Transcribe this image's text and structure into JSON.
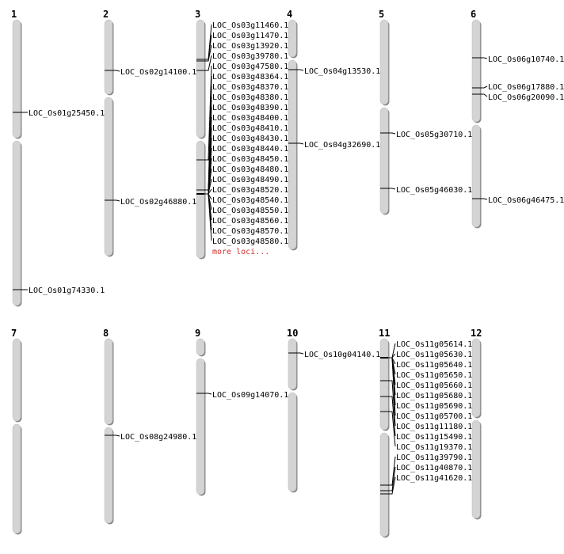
{
  "colors": {
    "chromosome": "#d4d4d4",
    "outline": "#888888",
    "more": "#d03030"
  },
  "chromosomes": [
    {
      "name": "1",
      "genes": [
        "LOC_Os01g25450.1",
        "LOC_Os01g74330.1"
      ]
    },
    {
      "name": "2",
      "genes": [
        "LOC_Os02g14100.1",
        "LOC_Os02g46880.1"
      ]
    },
    {
      "name": "3",
      "genes": [
        "LOC_Os03g11460.1",
        "LOC_Os03g11470.1",
        "LOC_Os03g13920.1",
        "LOC_Os03g39780.1",
        "LOC_Os03g47580.1",
        "LOC_Os03g48364.1",
        "LOC_Os03g48370.1",
        "LOC_Os03g48380.1",
        "LOC_Os03g48390.1",
        "LOC_Os03g48400.1",
        "LOC_Os03g48410.1",
        "LOC_Os03g48430.1",
        "LOC_Os03g48440.1",
        "LOC_Os03g48450.1",
        "LOC_Os03g48480.1",
        "LOC_Os03g48490.1",
        "LOC_Os03g48520.1",
        "LOC_Os03g48540.1",
        "LOC_Os03g48550.1",
        "LOC_Os03g48560.1",
        "LOC_Os03g48570.1",
        "LOC_Os03g48580.1"
      ],
      "more": "more loci..."
    },
    {
      "name": "4",
      "genes": [
        "LOC_Os04g13530.1",
        "LOC_Os04g32690.1"
      ]
    },
    {
      "name": "5",
      "genes": [
        "LOC_Os05g30710.1",
        "LOC_Os05g46030.1"
      ]
    },
    {
      "name": "6",
      "genes": [
        "LOC_Os06g10740.1",
        "LOC_Os06g17880.1",
        "LOC_Os06g20090.1",
        "LOC_Os06g46475.1"
      ]
    },
    {
      "name": "7",
      "genes": []
    },
    {
      "name": "8",
      "genes": [
        "LOC_Os08g24980.1"
      ]
    },
    {
      "name": "9",
      "genes": [
        "LOC_Os09g14070.1"
      ]
    },
    {
      "name": "10",
      "genes": [
        "LOC_Os10g04140.1"
      ]
    },
    {
      "name": "11",
      "genes": [
        "LOC_Os11g05614.1",
        "LOC_Os11g05630.1",
        "LOC_Os11g05640.1",
        "LOC_Os11g05650.1",
        "LOC_Os11g05660.1",
        "LOC_Os11g05680.1",
        "LOC_Os11g05690.1",
        "LOC_Os11g05700.1",
        "LOC_Os11g11180.1",
        "LOC_Os11g15490.1",
        "LOC_Os11g19370.1",
        "LOC_Os11g39790.1",
        "LOC_Os11g40870.1",
        "LOC_Os11g41620.1"
      ]
    },
    {
      "name": "12",
      "genes": []
    }
  ]
}
